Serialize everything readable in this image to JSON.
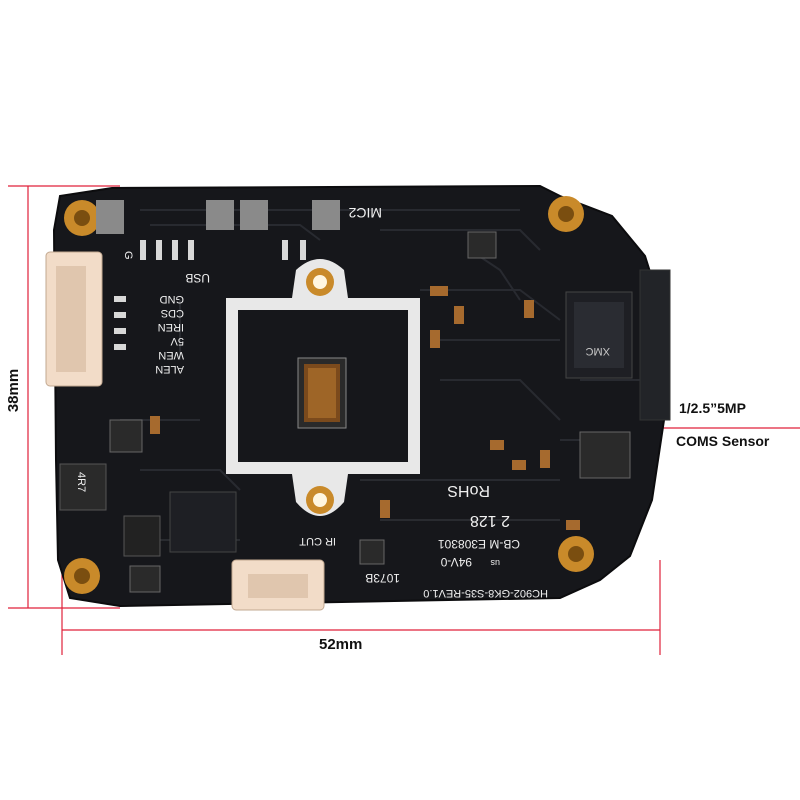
{
  "dimensions": {
    "width_label": "52mm",
    "height_label": "38mm"
  },
  "callout": {
    "resolution": "1/2.5”5MP",
    "sensor_type": "COMS Sensor"
  },
  "board_markings": {
    "mic": "MIC2",
    "usb": "USB",
    "pin_labels": [
      "GND",
      "CDS",
      "IREN",
      "5V",
      "WEN",
      "ALEN"
    ],
    "rohs": "RoHS",
    "code_a": "2 128",
    "cb": "CB-M E308301",
    "ul": "94V-0",
    "ul_prefix": "us",
    "batch": "1073B",
    "model": "HC902-GK8-S35-REV1.0",
    "ir": "IR CUT",
    "inductor": "4R7",
    "flash_brand": "XMC",
    "pin_letter": "G"
  },
  "colors": {
    "pcb": "#16171b",
    "trace": "#2b2d33",
    "pad": "#c98a2a",
    "dim_line": "#e0203a",
    "connector": "#f2dcc8"
  }
}
